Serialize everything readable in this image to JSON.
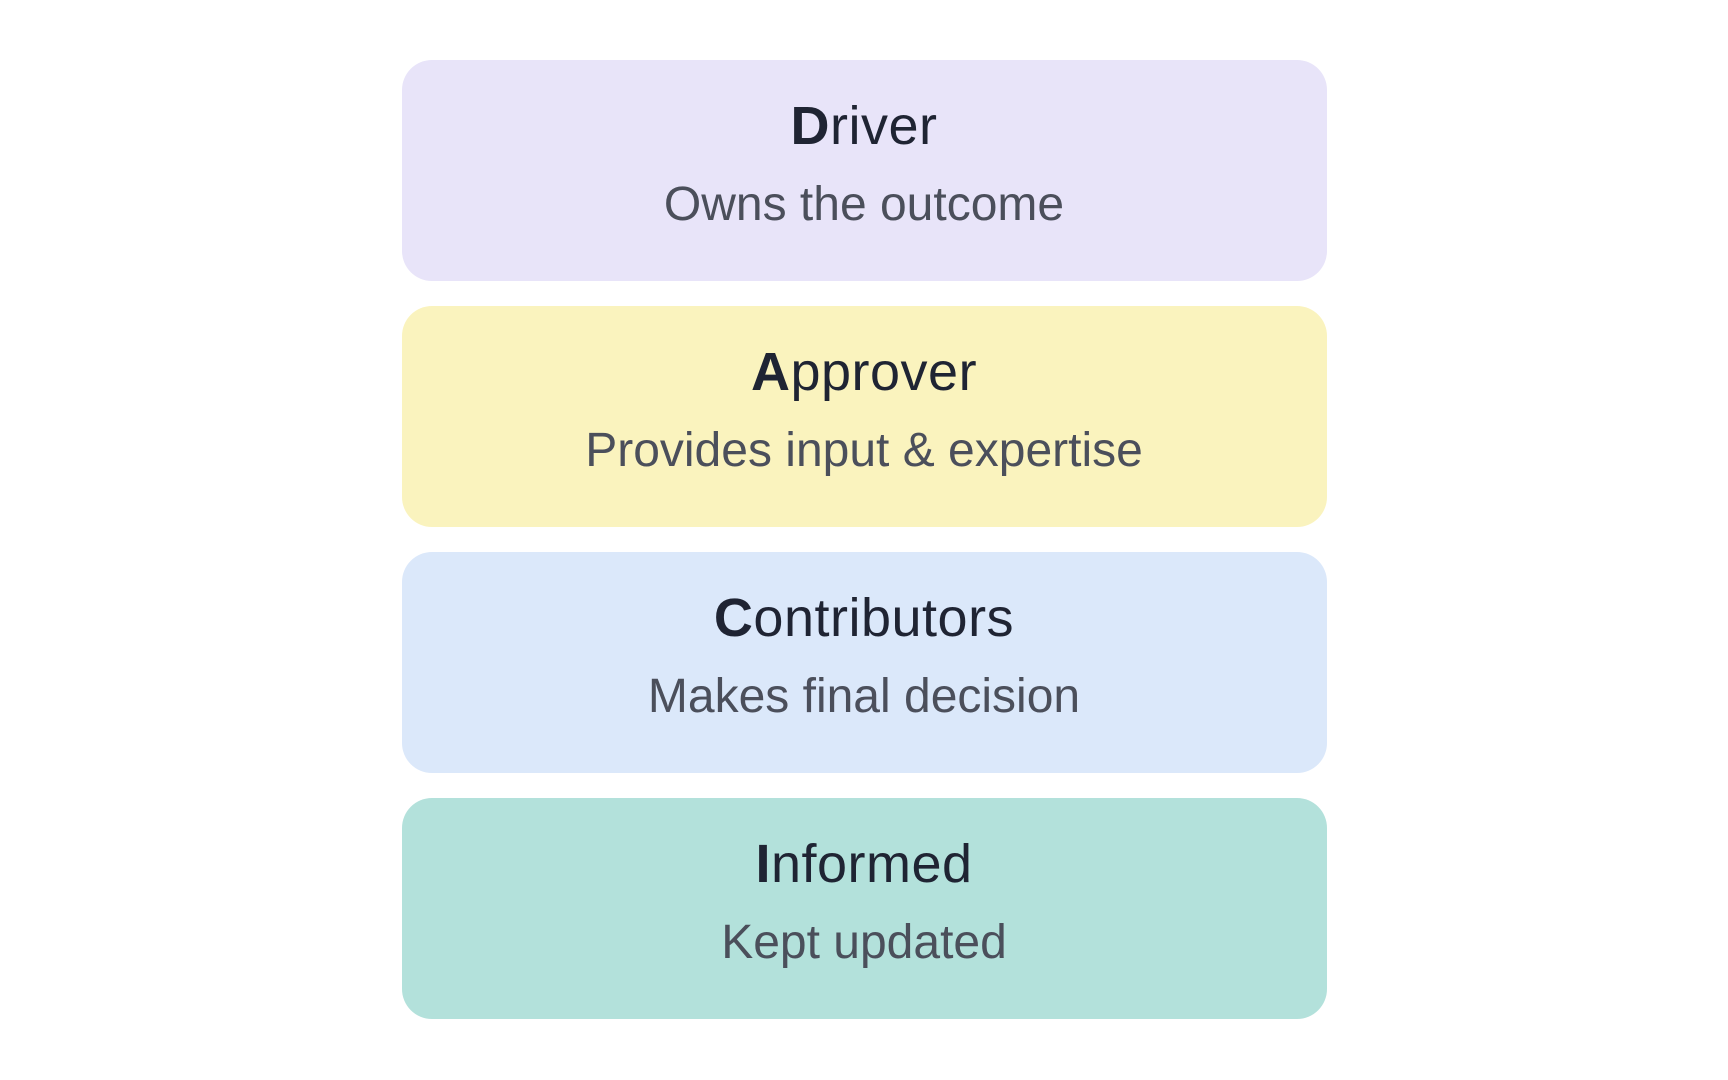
{
  "page": {
    "background": "#ffffff"
  },
  "diagram": {
    "type": "stacked-role-cards",
    "cards": [
      {
        "title": "Driver",
        "title_letter": "D",
        "title_rest": "river",
        "description": "Owns the outcome",
        "bg_color": "#e8e4f9"
      },
      {
        "title": "Approver",
        "title_letter": "A",
        "title_rest": "pprover",
        "description": "Provides input & expertise",
        "bg_color": "#faf3be"
      },
      {
        "title": "Contributors",
        "title_letter": "C",
        "title_rest": "ontributors",
        "description": "Makes final decision",
        "bg_color": "#dbe8fa"
      },
      {
        "title": "Informed",
        "title_letter": "I",
        "title_rest": "nformed",
        "description": "Kept updated",
        "bg_color": "#b3e1db"
      }
    ],
    "text_colors": {
      "title": "#1f2433",
      "description": "#4b4f5b"
    }
  }
}
